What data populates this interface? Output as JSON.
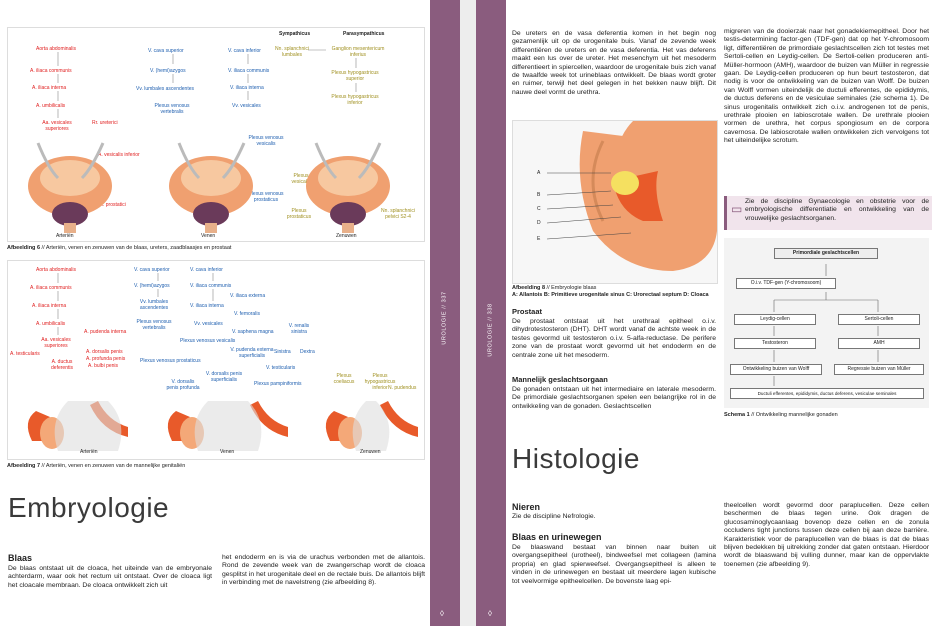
{
  "spine": {
    "left_label": "UROLOGIE  //  337",
    "right_label": "UROLOGIE  //  338"
  },
  "left": {
    "fig6": {
      "top_headers": [
        "Sympathicus",
        "Parasympathicus"
      ],
      "arteries": [
        "Aorta abdominalis",
        "A. iliaca communis",
        "A. iliaca interna",
        "A. umbilicalis",
        "Aa. vesicales superiores",
        "Rr. ureterici",
        "A. vesicalis inferior",
        "Rr. prostatici"
      ],
      "veins": [
        "V. cava superior",
        "V. (hemi)azygos",
        "Vv. lumbales ascendentes",
        "Plexus venosus vertebralis",
        "V. cava inferior",
        "V. iliaca communis",
        "V. iliaca interna",
        "Vv. vesicales",
        "Plexus venosus vesicalis",
        "Plexus venosus prostaticus"
      ],
      "nerves": [
        "Nn. splanchnici lumbales",
        "Ganglion mesentericum inferius",
        "Plexus hypogastricus superior",
        "Plexus hypogastricus inferior",
        "Plexus vesicalis",
        "Plexus prostaticus",
        "Nn. splanchnici pelvici S2-4"
      ],
      "sublabels": [
        "Arteriën",
        "Venen",
        "Zenuwen"
      ],
      "caption_bold": "Afbeelding 6",
      "caption_text": " // Arteriën, venen en zenuwen van de blaas, ureters, zaadblaasjes en prostaat"
    },
    "fig7": {
      "arteries": [
        "Aorta abdominalis",
        "A. iliaca communis",
        "A. iliaca interna",
        "A. umbilicalis",
        "Aa. vesicales superiores",
        "A. testicularis",
        "A. ductus deferentis",
        "A. pudenda interna",
        "A. dorsalis penis",
        "A. profunda penis",
        "A. bulbi penis"
      ],
      "veins": [
        "V. cava superior",
        "V. (hemi)azygos",
        "Vv. lumbales ascendentes",
        "Plexus venosus vertebralis",
        "V. cava inferior",
        "V. iliaca communis",
        "V. iliaca externa",
        "V. iliaca interna",
        "V. femoralis",
        "Vv. vesicales",
        "V. saphena magna",
        "Plexus venosus vesicalis",
        "V. renalis sinistra",
        "Plexus venosus prostaticus",
        "V. pudenda externa superficialis",
        "Sinistra",
        "Dextra",
        "V. dorsalis penis superficialis",
        "V. dorsalis penis profunda",
        "V. testicularis",
        "Plexus pampiniformis"
      ],
      "nerves": [
        "Plexus coeliacus",
        "Plexus hypogastricus inferior",
        "N. pudendus"
      ],
      "sublabels": [
        "Arteriën",
        "Venen",
        "Zenuwen"
      ],
      "caption_bold": "Afbeelding 7",
      "caption_text": " // Arteriën, venen en zenuwen van de mannelijke genitaliën"
    },
    "heading": "Embryologie",
    "subheading": "Blaas",
    "col1": "De blaas ontstaat uit de cloaca, het uiteinde van de embryonale achterdarm, waar ook het rectum uit ontstaat. Over de cloaca ligt het cloacale membraan. De cloaca ontwikkelt zich uit",
    "col2": "het endoderm en is via de urachus verbonden met de allantois. Rond de zevende week van de zwangerschap wordt de cloaca gesplitst in het urogenitale deel en de rectale buis. De allantois blijft in verbinding met de navelstreng (zie afbeelding 8)."
  },
  "right": {
    "top_para": "De ureters en de vasa deferentia komen in het begin nog gezamenlijk uit op de urogenitale buis. Vanaf de zevende week differentiëren de ureters en de vasa deferentia. Het vas deferens maakt een lus over de ureter. Het mesenchym uit het mesoderm differentieert in spiercellen, waardoor de urogenitale buis zich vanaf de twaalfde week tot urineblaas ontwikkelt. De blaas wordt groter en ruimer, terwijl het deel gelegen in het bekken nauw blijft. Dit nauwe deel vormt de urethra.",
    "fig8_labels": [
      "A",
      "B",
      "C",
      "D",
      "E"
    ],
    "fig8_caption_bold": "Afbeelding 8",
    "fig8_caption_text": " // Embryologie blaas",
    "fig8_legend": "A: Allantois B: Primitieve urogenitale sinus C: Urorectaal septum D: Cloaca",
    "prostaat_heading": "Prostaat",
    "prostaat_text": "De prostaat ontstaat uit het urethraal epitheel o.i.v. dihydrotestosteron (DHT). DHT wordt vanaf de achtste week in de testes gevormd uit testosteron o.i.v. 5-alfa-reductase. De perifere zone van de prostaat wordt gevormd uit het endoderm en de centrale zone uit het mesoderm.",
    "mgo_heading": "Mannelijk geslachtsorgaan",
    "mgo_text": "De gonaden ontstaan uit het intermediaire en laterale mesoderm. De primordiale geslachtsorganen spelen een belangrijke rol in de ontwikkeling van de gonaden. Geslachtscellen",
    "right_col": "migreren van de dooierzak naar het gonadekiemepitheel. Door het testis-determining factor-gen (TDF-gen) dat op het Y-chromosoom ligt, differentiëren de primordiale geslachtscellen zich tot testes met Sertoli-cellen en Leydig-cellen. De Sertoli-cellen produceren anti-Müller-hormoon (AMH), waardoor de buizen van Müller in regressie gaan. De Leydig-cellen produceren op hun beurt testosteron, dat nodig is voor de ontwikkeling van de buizen van Wolff. De buizen van Wolff vormen uiteindelijk de ductuli efferentes, de epididymis, de ductus deferens en de vesiculae seminales (zie schema 1). De sinus urogenitalis ontwikkelt zich o.i.v. androgenen tot de penis, urethrale plooien en labioscrotale wallen. De urethrale plooien vormen de urethra, het corpus spongiosum en de corpora cavernosa. De labioscrotale wallen ontwikkelen zich vervolgens tot het uiteindelijke scrotum.",
    "callout": "Zie de discipline Gynaecologie en obstetrie voor de embryologische differentiatie en ontwikkeling van de vrouwelijke geslachtsorganen.",
    "schema": {
      "title": "Primordiale geslachtscellen",
      "tdf": "O.i.v. TDF-gen (Y-chromosoom)",
      "leydig": "Leydig-cellen",
      "sertoli": "Sertoli-cellen",
      "testosteron": "Testosteron",
      "amh": "AMH",
      "wolff": "Ontwikkeling buizen van Wolff",
      "muller": "Regressie buizen van Müller",
      "final": "Ductuli efferentes, epididymis, ductus deferens, vesiculae seminales",
      "caption_bold": "Schema 1",
      "caption_text": " // Ontwikkeling mannelijke gonaden"
    },
    "heading": "Histologie",
    "nieren_heading": "Nieren",
    "nieren_text": "Zie de discipline Nefrologie.",
    "blaas_heading": "Blaas en urinewegen",
    "blaas_text": "De blaaswand bestaat van binnen naar buiten uit overgangsepitheel (urotheel), bindweefsel met collageen (lamina propria) en glad spierweefsel. Overgangsepitheel is alleen te vinden in de urinewegen en bestaat uit meerdere lagen kubische tot veelvormige epitheelcellen. De bovenste laag epi-",
    "col2_text": "theelcellen wordt gevormd door paraplucellen. Deze cellen beschermen de blaas tegen urine. Ook dragen de glucosaminoglycaanlaag bovenop deze cellen en de zonula occludens tight junctions tussen deze cellen bij aan deze barrière. Karakteristiek voor de paraplucellen van de blaas is dat de blaas blijven bedekken bij uitrekking zonder dat gaten ontstaan. Hierdoor wordt de blaaswand bij vulling dunner, maar kan de oppervlakte toenemen (zie afbeelding 9)."
  },
  "colors": {
    "spine": "#8a5c7e",
    "artery": "#e02020",
    "vein": "#2060b0",
    "nerve": "#a09020",
    "organ_orange": "#f0a070",
    "organ_purple": "#6a3a5a"
  }
}
